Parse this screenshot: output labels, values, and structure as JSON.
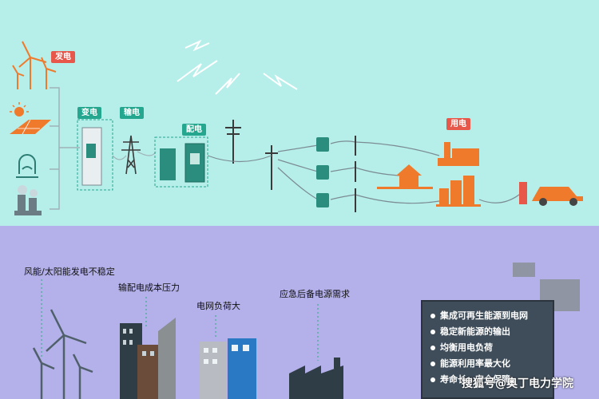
{
  "top_tags": {
    "generation": "发电",
    "transform": "变电",
    "transmission": "输电",
    "distribution": "配电",
    "consumption": "用电"
  },
  "challenges": {
    "wind_solar": "风能/太阳能发电不稳定",
    "transmission_cost": "输配电成本压力",
    "grid_load": "电网负荷大",
    "backup_demand": "应急后备电源需求"
  },
  "benefits": [
    "集成可再生能源到电网",
    "稳定新能源的输出",
    "均衡用电负荷",
    "能源利用率最大化",
    "寿命长，安全保障"
  ],
  "watermark": "搜狐号@奥丁电力学院",
  "colors": {
    "sky": "#b6efea",
    "ground": "#b3b0ea",
    "accent_orange": "#f07a2c",
    "accent_green": "#25a68f",
    "accent_red": "#e8584a"
  }
}
